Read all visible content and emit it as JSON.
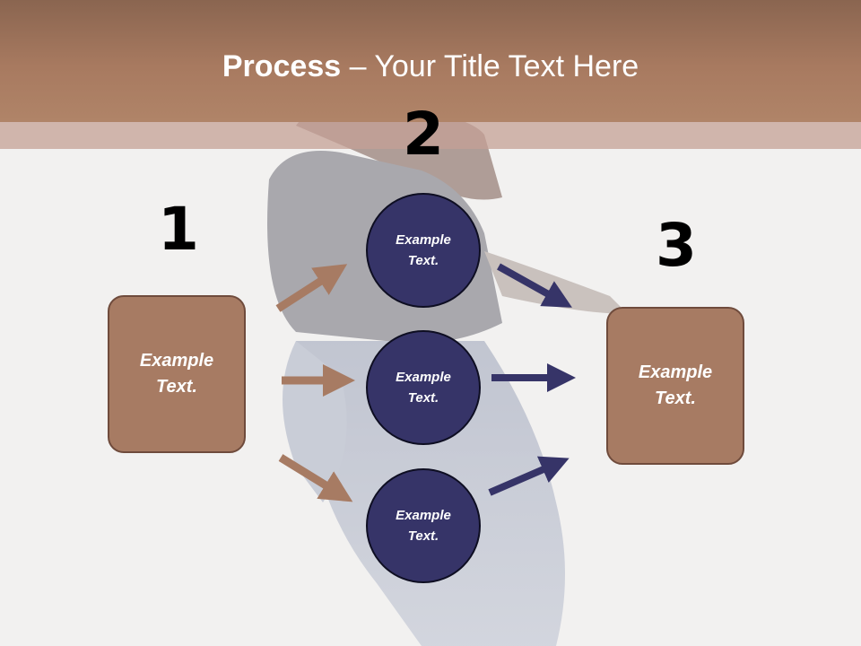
{
  "title": {
    "bold": "Process",
    "rest": " – Your Title Text Here"
  },
  "steps": [
    "1",
    "2",
    "3"
  ],
  "left_box": {
    "label": "Example Text."
  },
  "right_box": {
    "label": "Example Text."
  },
  "circles": [
    {
      "label": "Example Text."
    },
    {
      "label": "Example Text."
    },
    {
      "label": "Example Text."
    }
  ],
  "colors": {
    "title_bar": "#a87a60",
    "box_fill": "#a77b63",
    "circle_fill": "#363468",
    "arrow_brown": "#a77b63",
    "arrow_navy": "#363468"
  }
}
